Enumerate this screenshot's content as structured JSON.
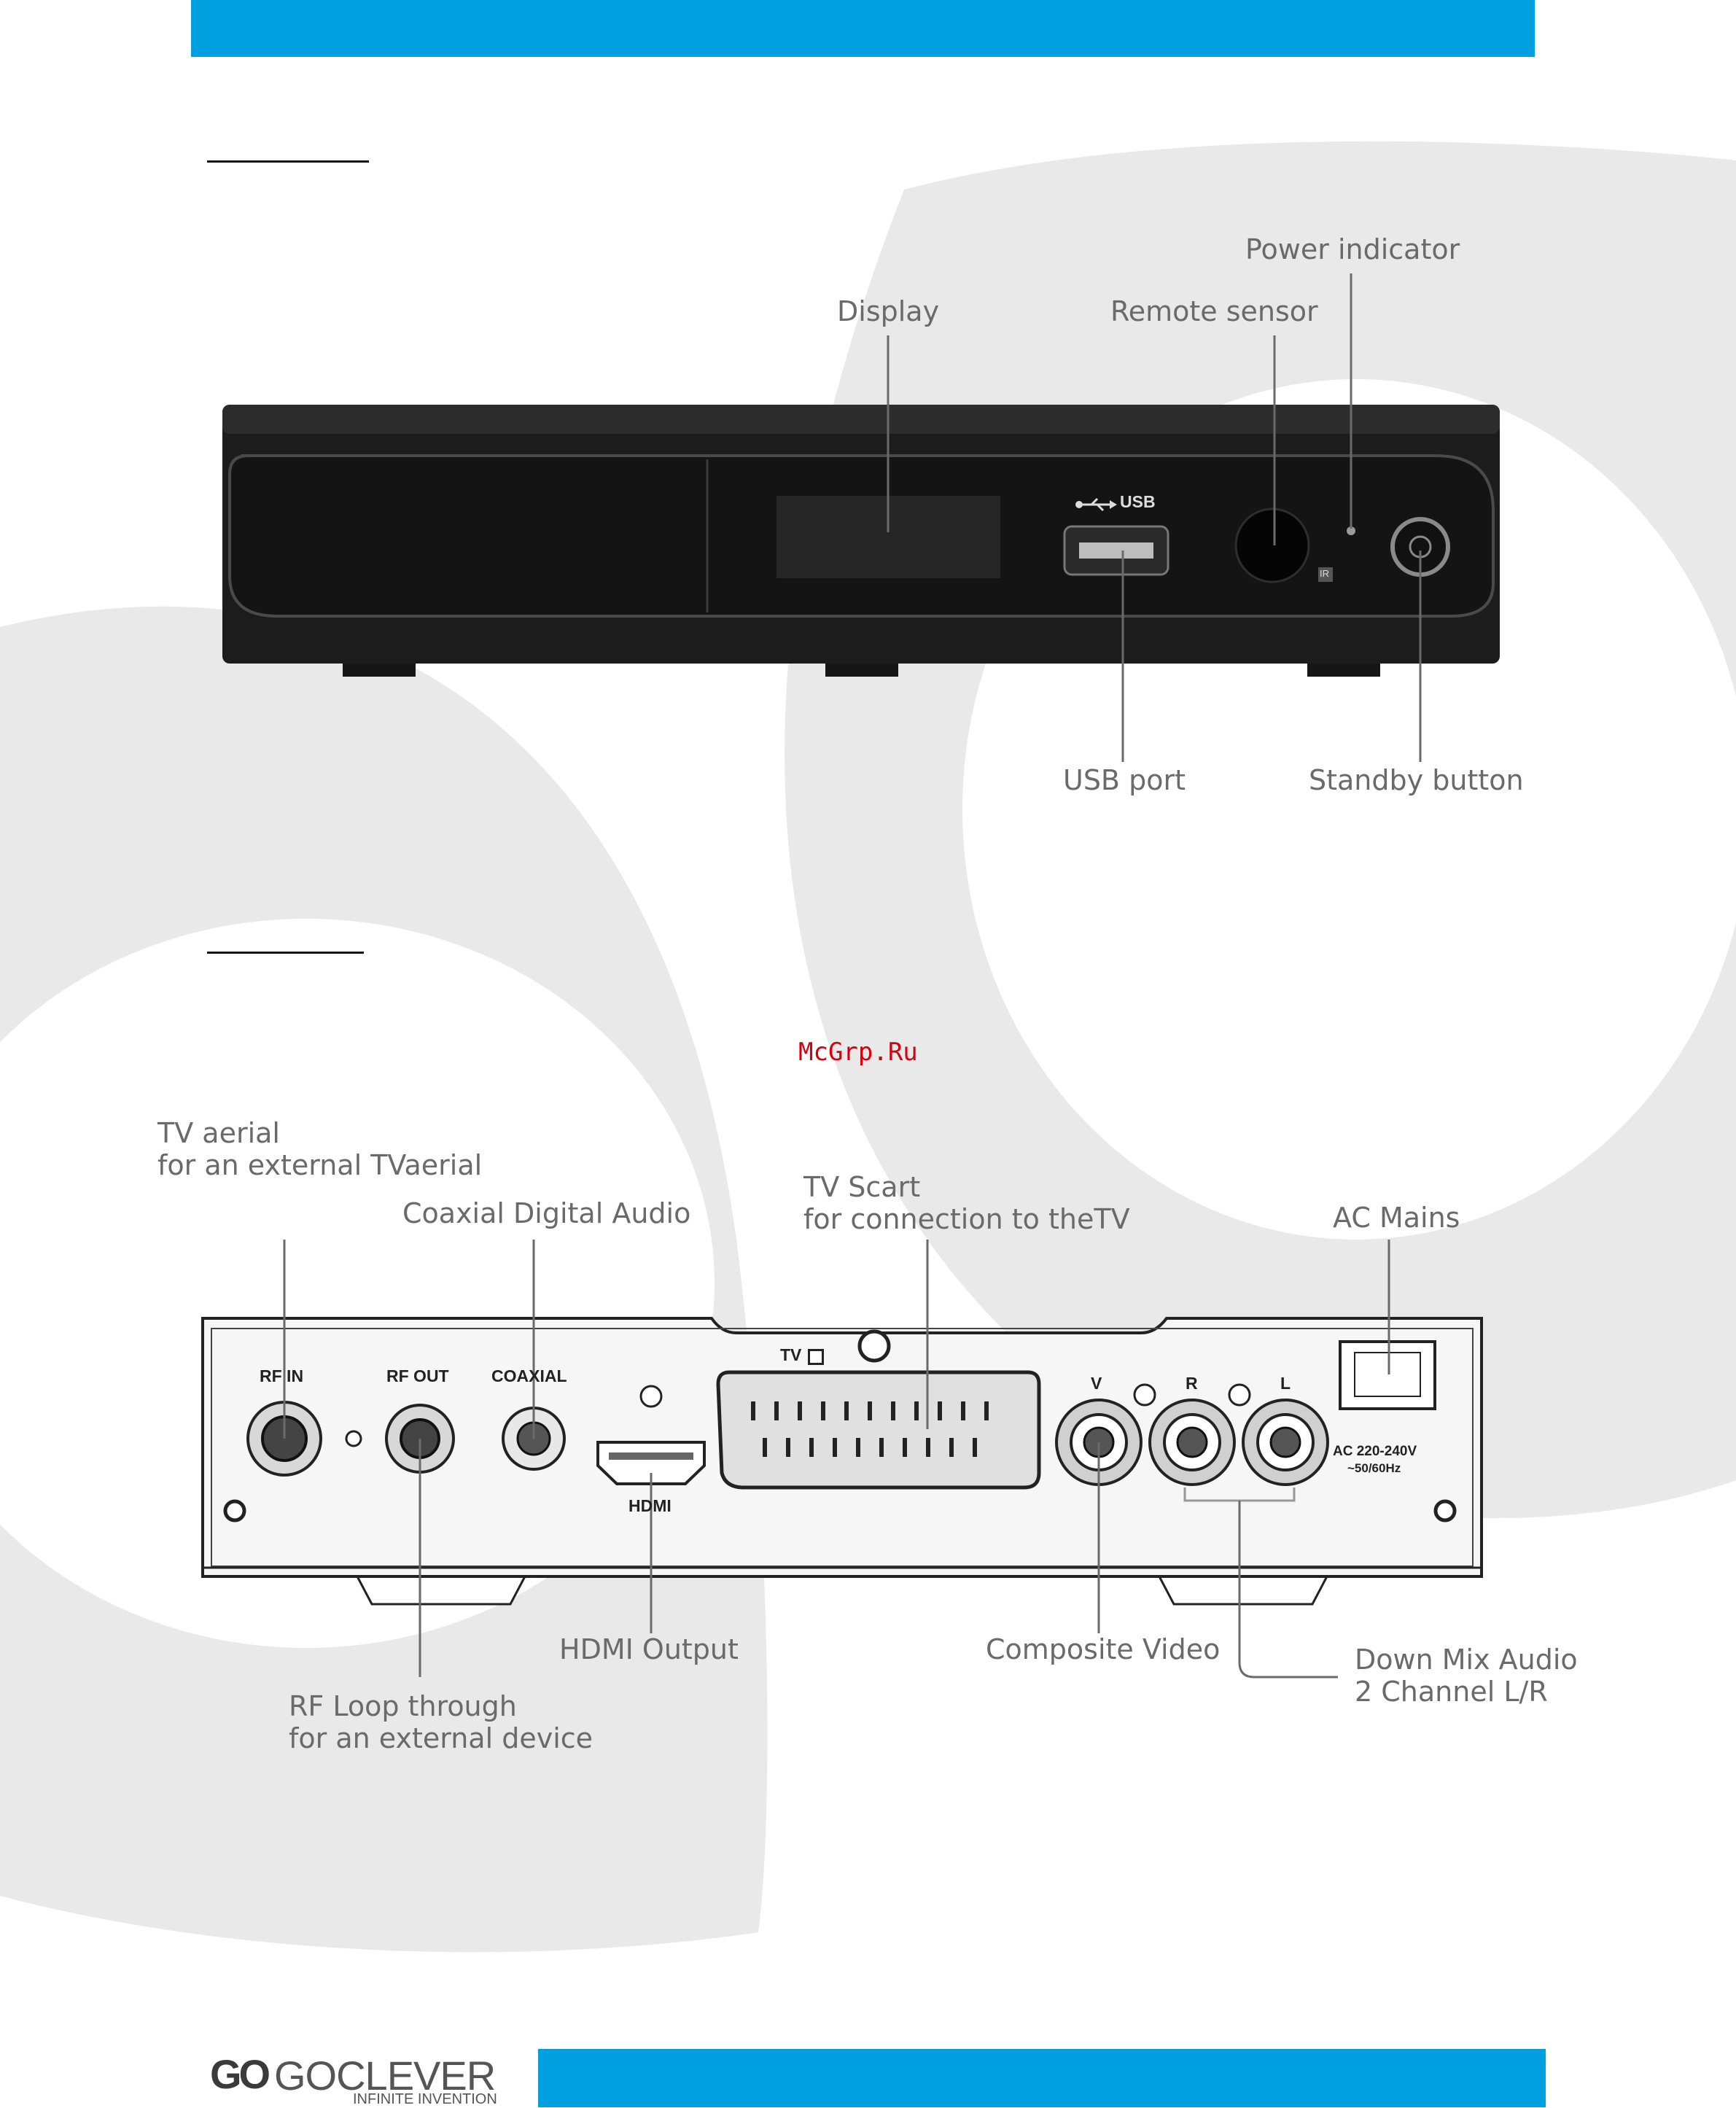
{
  "front_panel": {
    "callouts": {
      "display": "Display",
      "remote_sensor": "Remote sensor",
      "power_indicator": "Power indicator",
      "usb_port": "USB port",
      "standby_button": "Standby button"
    },
    "device_labels": {
      "usb": "USB",
      "ir": "IR"
    }
  },
  "rear_panel": {
    "callouts": {
      "tv_aerial": {
        "line1": "TV aerial",
        "line2": "for an external TVaerial"
      },
      "coaxial_audio": "Coaxial Digital Audio",
      "tv_scart": {
        "line1": "TV Scart",
        "line2": "for connection to theTV"
      },
      "ac_mains": "AC Mains",
      "hdmi_output": "HDMI Output",
      "composite_video": "Composite Video",
      "downmix": {
        "line1": "Down Mix Audio",
        "line2": "2 Channel L/R"
      },
      "rf_loop": {
        "line1": "RF Loop through",
        "line2": "for an external device"
      }
    },
    "device_labels": {
      "rf_in": "RF IN",
      "rf_out": "RF OUT",
      "coaxial": "COAXIAL",
      "hdmi": "HDMI",
      "tv": "TV",
      "v": "V",
      "r": "R",
      "l": "L",
      "ac_line1": "AC 220-240V",
      "ac_line2": "~50/60Hz"
    }
  },
  "watermark": "McGrp.Ru",
  "brand": {
    "mark": "GO",
    "name": "GOCLEVER",
    "tagline": "INFINITE INVENTION"
  },
  "colors": {
    "accent": "#00a0e0",
    "watermark": "#d8000f",
    "label": "#6a6a6a"
  }
}
